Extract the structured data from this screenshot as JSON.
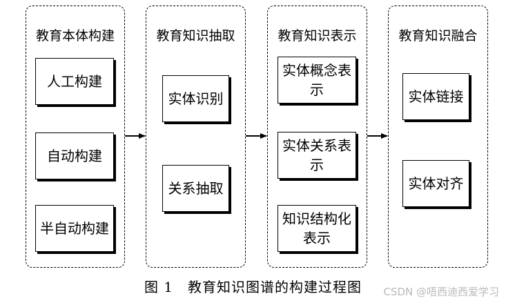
{
  "groups": [
    {
      "title": "教育本体构建",
      "items": [
        "人工构建",
        "自动构建",
        "半自动构建"
      ]
    },
    {
      "title": "教育知识抽取",
      "items": [
        "实体识别",
        "关系抽取"
      ]
    },
    {
      "title": "教育知识表示",
      "items": [
        "实体概念表示",
        "实体关系表示",
        "知识结构化表示"
      ]
    },
    {
      "title": "教育知识融合",
      "items": [
        "实体链接",
        "实体对齐"
      ]
    }
  ],
  "caption": "图 1　教育知识图谱的构建过程图",
  "watermark": "CSDN @唔西迪西爱学习"
}
